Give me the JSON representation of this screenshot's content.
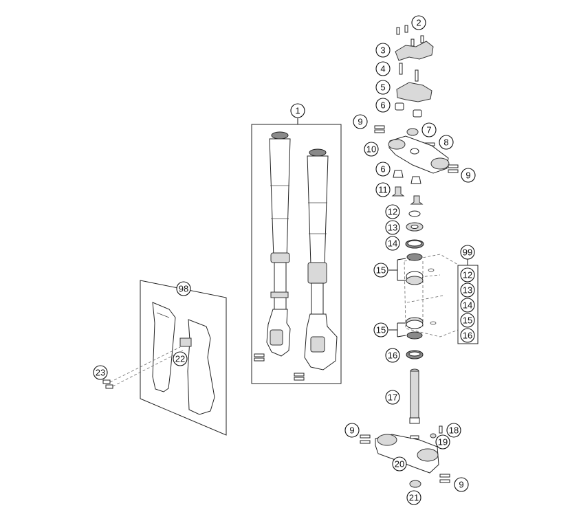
{
  "callouts": {
    "c1": "1",
    "c2": "2",
    "c3": "3",
    "c4": "4",
    "c5": "5",
    "c6a": "6",
    "c6b": "6",
    "c7": "7",
    "c8": "8",
    "c9a": "9",
    "c9b": "9",
    "c9c": "9",
    "c9d": "9",
    "c10": "10",
    "c11": "11",
    "c12": "12",
    "c13": "13",
    "c14": "14",
    "c15a": "15",
    "c15b": "15",
    "c16": "16",
    "c17": "17",
    "c18": "18",
    "c19": "19",
    "c20": "20",
    "c21": "21",
    "c22": "22",
    "c23": "23",
    "c98": "98",
    "c99": "99"
  },
  "kit99": [
    "12",
    "13",
    "14",
    "15",
    "16"
  ]
}
